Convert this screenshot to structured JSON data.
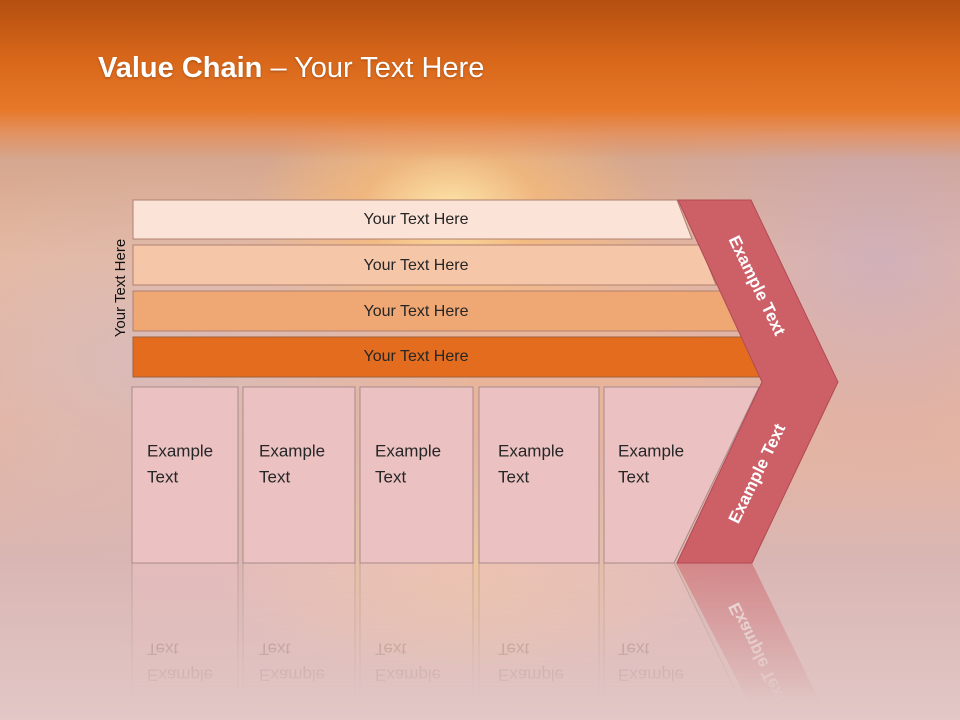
{
  "slide": {
    "title_bold": "Value Chain",
    "title_rest": " – Your Text Here",
    "side_label": "Your Text Here"
  },
  "layers": [
    {
      "label": "Your Text Here",
      "color": "#fbe3d7"
    },
    {
      "label": "Your Text Here",
      "color": "#f6c6a8"
    },
    {
      "label": "Your Text Here",
      "color": "#efa774"
    },
    {
      "label": "Your Text Here",
      "color": "#e46c1f"
    }
  ],
  "boxes": [
    {
      "line1": "Example",
      "line2": "Text"
    },
    {
      "line1": "Example",
      "line2": "Text"
    },
    {
      "line1": "Example",
      "line2": "Text"
    },
    {
      "line1": "Example",
      "line2": "Text"
    },
    {
      "line1": "Example",
      "line2": "Text"
    }
  ],
  "arrow": {
    "upper_label": "Example Text",
    "lower_label": "Example Text",
    "color": "#cd5f67"
  },
  "colors": {
    "box_fill": "#ebc1c2",
    "box_stroke": "#a88a8b"
  }
}
